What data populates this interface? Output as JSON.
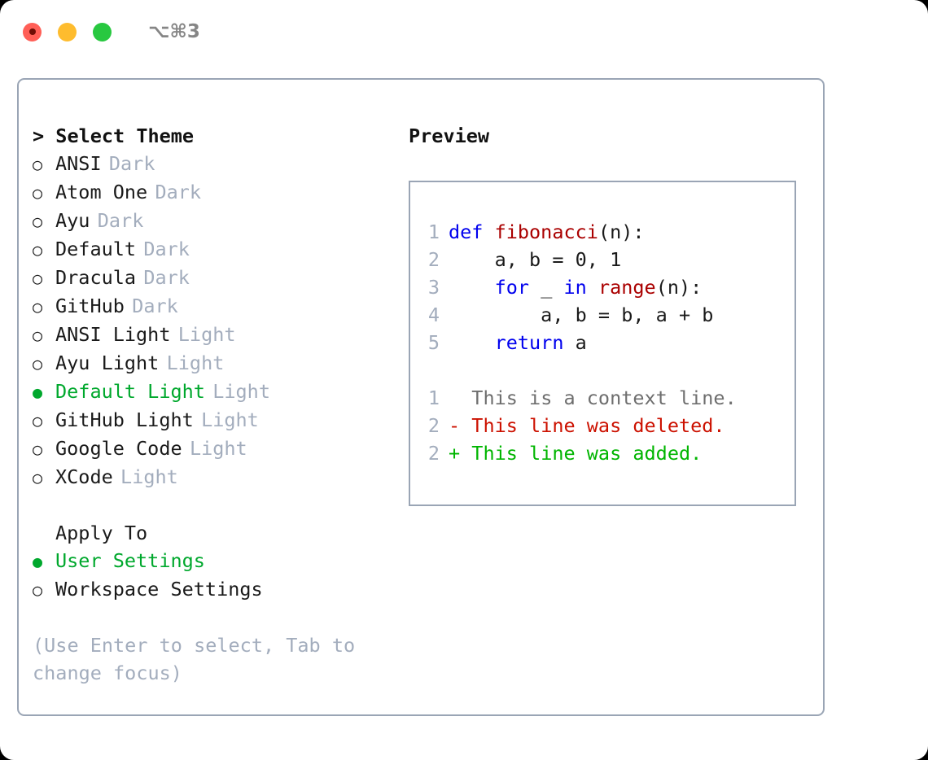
{
  "titlebar": {
    "shortcut": "⌥⌘3",
    "buttons": {
      "close": "close-button",
      "minimize": "minimize-button",
      "maximize": "maximize-button"
    }
  },
  "theme_panel": {
    "heading": "> Select Theme",
    "bullet_selected": "●",
    "bullet_unselected": "○",
    "items": [
      {
        "label": "ANSI",
        "suffix": "Dark",
        "selected": false
      },
      {
        "label": "Atom One",
        "suffix": "Dark",
        "selected": false
      },
      {
        "label": "Ayu",
        "suffix": "Dark",
        "selected": false
      },
      {
        "label": "Default",
        "suffix": "Dark",
        "selected": false
      },
      {
        "label": "Dracula",
        "suffix": "Dark",
        "selected": false
      },
      {
        "label": "GitHub",
        "suffix": "Dark",
        "selected": false
      },
      {
        "label": "ANSI Light",
        "suffix": "Light",
        "selected": false
      },
      {
        "label": "Ayu Light",
        "suffix": "Light",
        "selected": false
      },
      {
        "label": "Default Light",
        "suffix": "Light",
        "selected": true
      },
      {
        "label": "GitHub Light",
        "suffix": "Light",
        "selected": false
      },
      {
        "label": "Google Code",
        "suffix": "Light",
        "selected": false
      },
      {
        "label": "XCode",
        "suffix": "Light",
        "selected": false
      }
    ]
  },
  "apply_to": {
    "title": "Apply To",
    "items": [
      {
        "label": "User Settings",
        "selected": true
      },
      {
        "label": "Workspace Settings",
        "selected": false
      }
    ]
  },
  "hint": "(Use Enter to select, Tab to change focus)",
  "preview": {
    "title": "Preview",
    "code_lines": [
      {
        "no": "1",
        "tokens": [
          {
            "t": "def ",
            "k": "kw"
          },
          {
            "t": "fibonacci",
            "k": "fn"
          },
          {
            "t": "(n):",
            "k": "pl"
          }
        ]
      },
      {
        "no": "2",
        "tokens": [
          {
            "t": "    a, b = 0, 1",
            "k": "pl"
          }
        ]
      },
      {
        "no": "3",
        "tokens": [
          {
            "t": "    ",
            "k": "pl"
          },
          {
            "t": "for",
            "k": "kw"
          },
          {
            "t": " _ ",
            "k": "pl"
          },
          {
            "t": "in",
            "k": "kw"
          },
          {
            "t": " ",
            "k": "pl"
          },
          {
            "t": "range",
            "k": "fn"
          },
          {
            "t": "(n):",
            "k": "pl"
          }
        ]
      },
      {
        "no": "4",
        "tokens": [
          {
            "t": "        a, b = b, a + b",
            "k": "pl"
          }
        ]
      },
      {
        "no": "5",
        "tokens": [
          {
            "t": "    ",
            "k": "pl"
          },
          {
            "t": "return",
            "k": "kw"
          },
          {
            "t": " a",
            "k": "pl"
          }
        ]
      }
    ],
    "diff_lines": [
      {
        "no": "1",
        "marker": " ",
        "text": " This is a context line.",
        "kind": "ctx"
      },
      {
        "no": "2",
        "marker": "-",
        "text": " This line was deleted.",
        "kind": "del"
      },
      {
        "no": "2",
        "marker": "+",
        "text": " This line was added.",
        "kind": "add"
      }
    ]
  },
  "colors": {
    "accent_green": "#00a82d",
    "muted": "#a3adbd",
    "border": "#9aa5b5",
    "keyword_blue": "#0000ee",
    "function_red": "#aa0000",
    "diff_add": "#00b500",
    "diff_del": "#cc1100",
    "close": "#ff5f57",
    "minimize": "#febc2e",
    "maximize": "#28c840"
  }
}
